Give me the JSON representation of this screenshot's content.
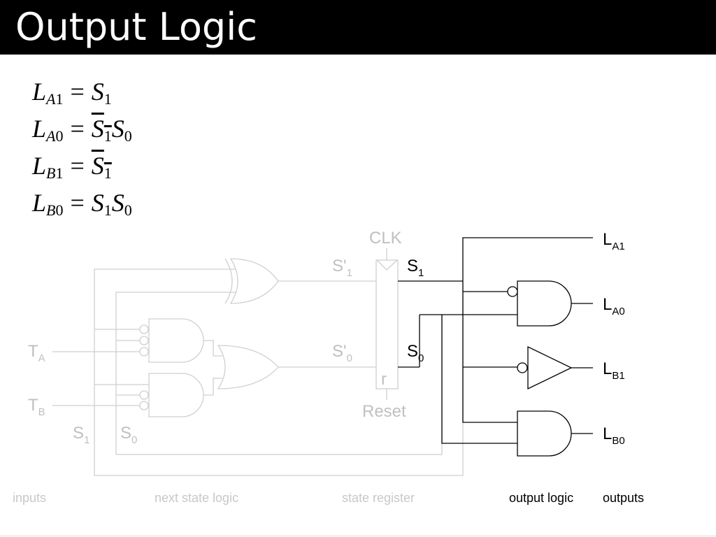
{
  "slide": {
    "title": "Output Logic"
  },
  "equations": [
    {
      "lhs": "L",
      "lhs_sub_letter": "A",
      "lhs_sub_num": "1",
      "op": "=",
      "rhs": "S",
      "rhs_sub": "1"
    },
    {
      "lhs": "L",
      "lhs_sub_letter": "A",
      "lhs_sub_num": "0",
      "op": "=",
      "rhs1": "S",
      "rhs1_sub": "1",
      "rhs2": "S",
      "rhs2_sub": "0"
    },
    {
      "lhs": "L",
      "lhs_sub_letter": "B",
      "lhs_sub_num": "1",
      "op": "=",
      "rhs": "S",
      "rhs_sub": "1"
    },
    {
      "lhs": "L",
      "lhs_sub_letter": "B",
      "lhs_sub_num": "0",
      "op": "=",
      "rhs1": "S",
      "rhs1_sub": "1",
      "rhs2": "S",
      "rhs2_sub": "0"
    }
  ],
  "circuit": {
    "clk": "CLK",
    "reset": "Reset",
    "reset_pin": "r",
    "next_s1": {
      "main": "S'",
      "sub": "1"
    },
    "next_s0": {
      "main": "S'",
      "sub": "0"
    },
    "state_s1": {
      "main": "S",
      "sub": "1"
    },
    "state_s0": {
      "main": "S",
      "sub": "0"
    },
    "input_ta": {
      "main": "T",
      "sub": "A"
    },
    "input_tb": {
      "main": "T",
      "sub": "B"
    },
    "feedback_s1": {
      "main": "S",
      "sub": "1"
    },
    "feedback_s0": {
      "main": "S",
      "sub": "0"
    },
    "out_la1": {
      "main": "L",
      "sub": "A1"
    },
    "out_la0": {
      "main": "L",
      "sub": "A0"
    },
    "out_lb1": {
      "main": "L",
      "sub": "B1"
    },
    "out_lb0": {
      "main": "L",
      "sub": "B0"
    }
  },
  "sections": {
    "inputs": "inputs",
    "next_state_logic": "next state logic",
    "state_register": "state register",
    "output_logic": "output logic",
    "outputs": "outputs"
  },
  "colors": {
    "title_bg": "#000000",
    "title_text": "#ffffff",
    "active": "#000000",
    "inactive": "#cfcfcf"
  }
}
